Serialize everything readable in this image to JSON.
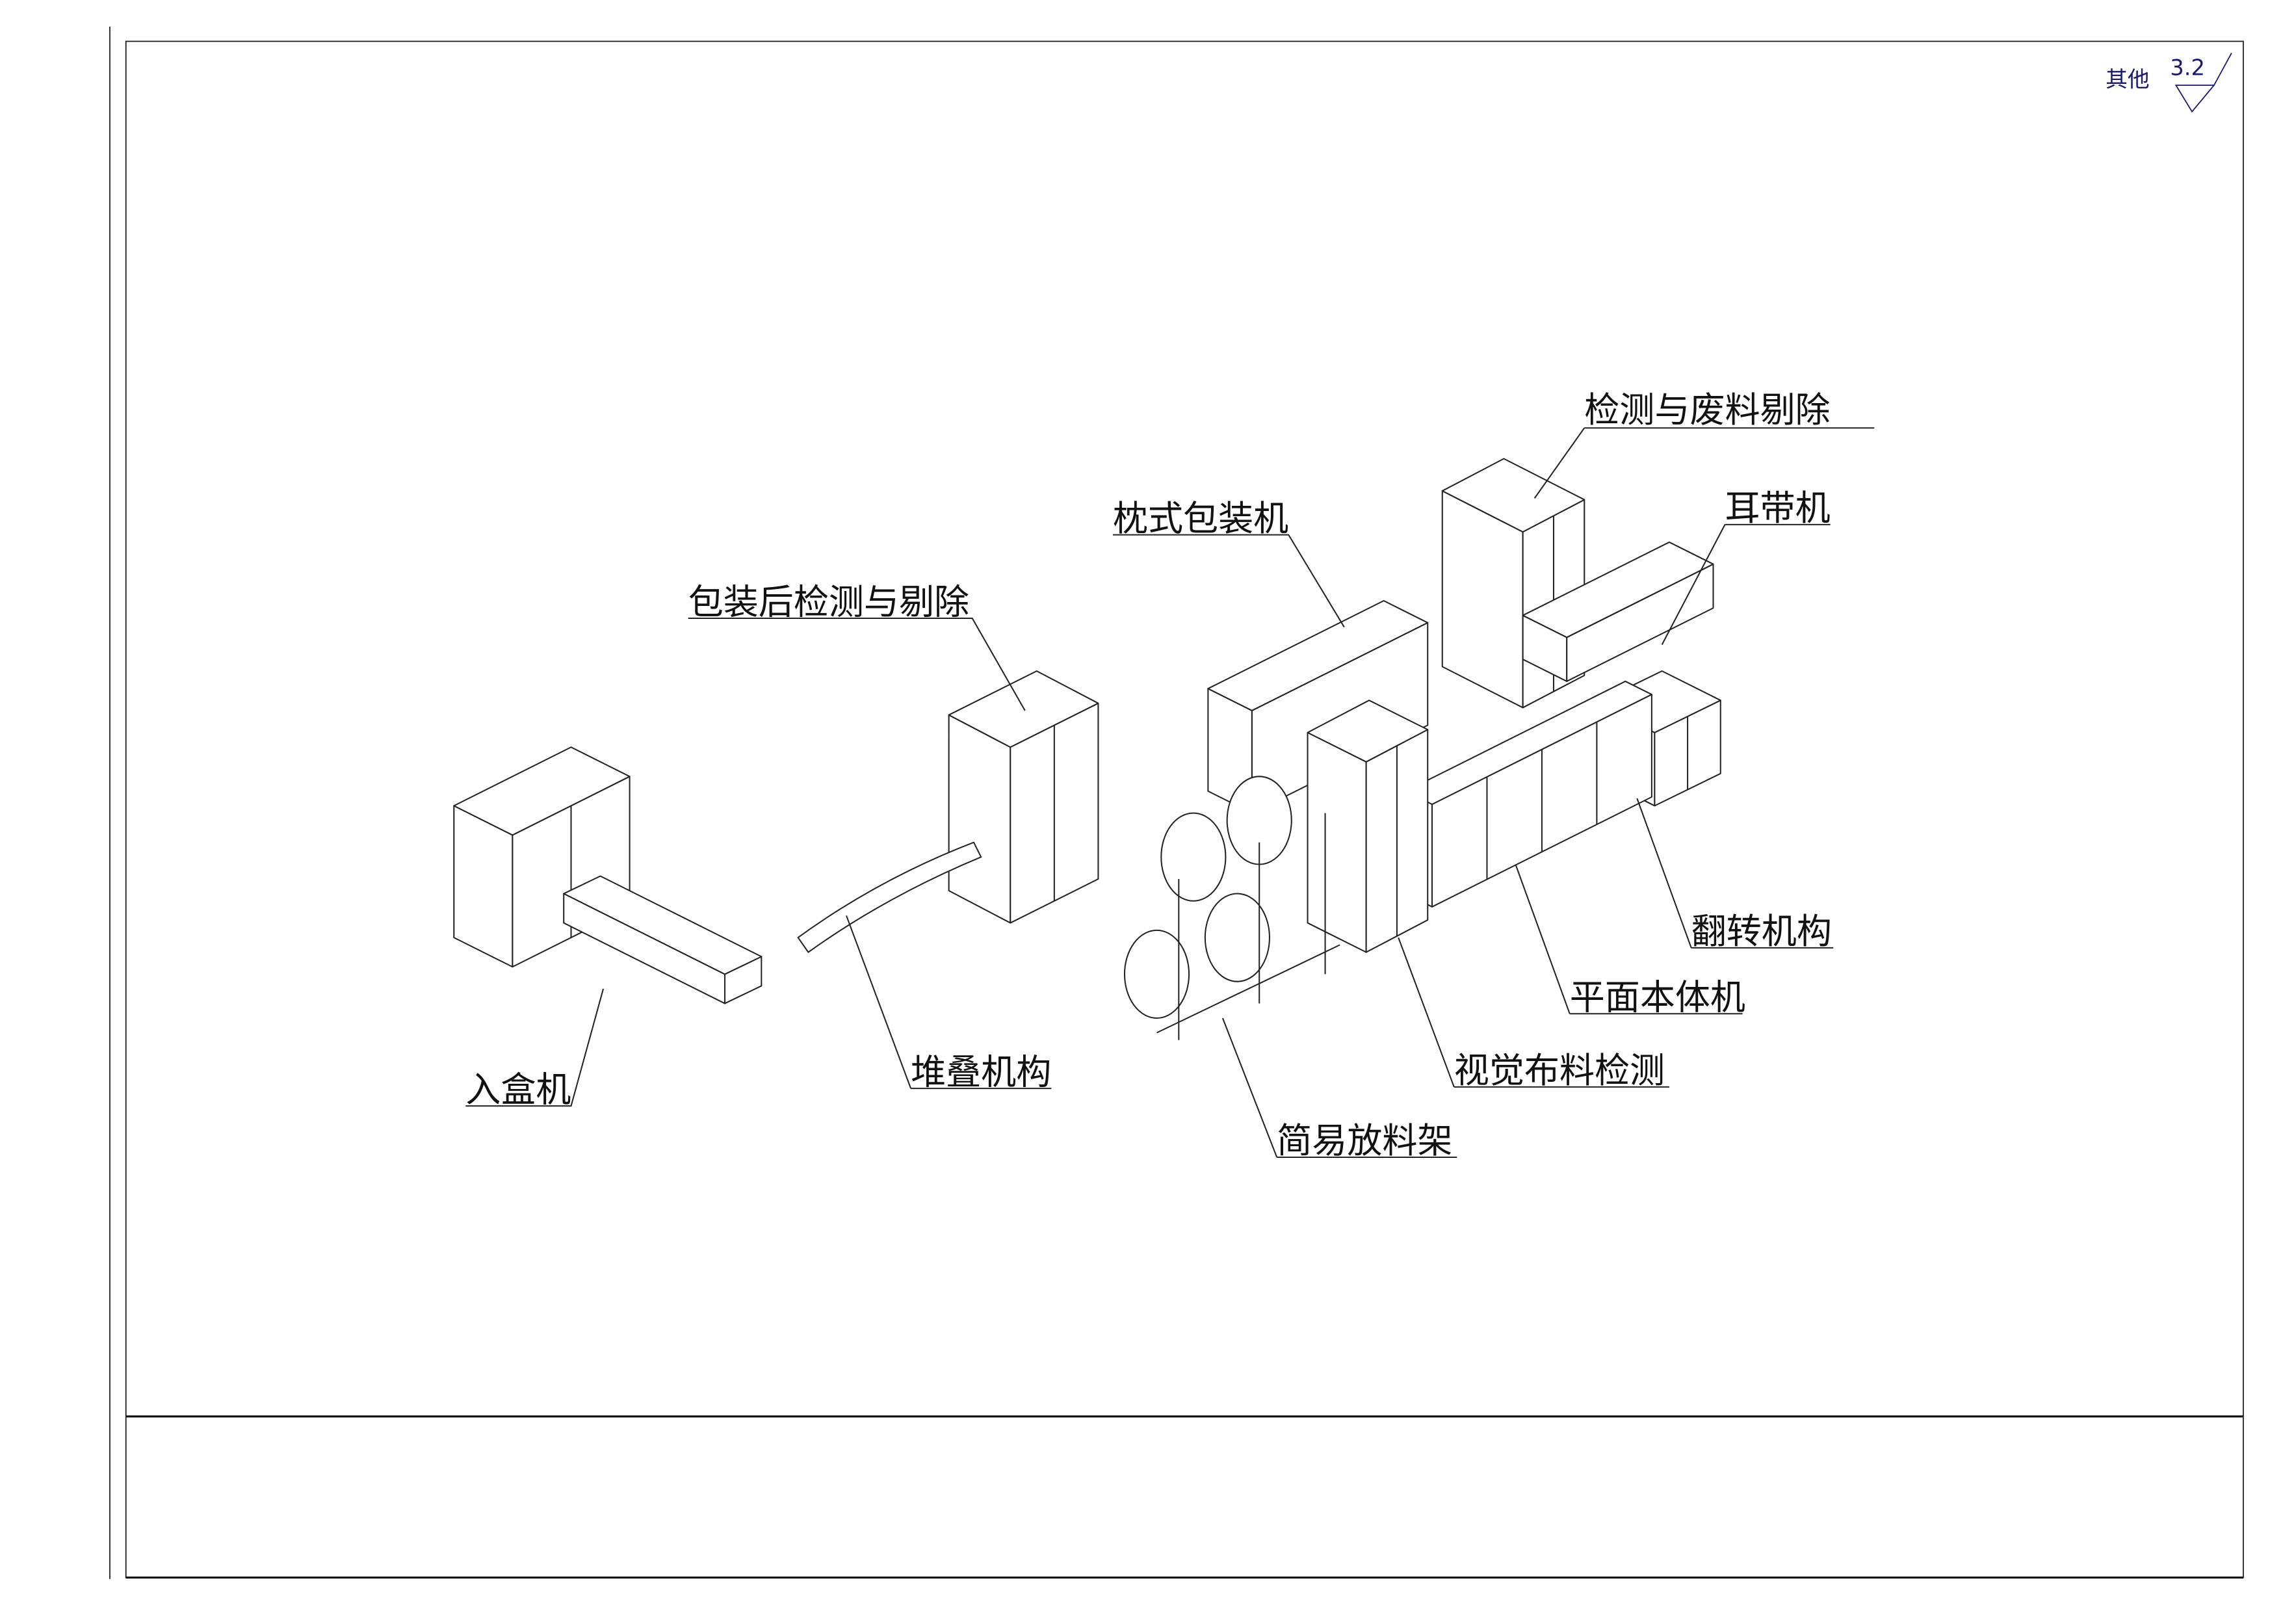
{
  "surface_symbol": {
    "note": "其他",
    "roughness": "3.2"
  },
  "labels": {
    "detect_reject": "检测与废料剔除",
    "ear_loop": "耳带机",
    "pillow_pack": "枕式包装机",
    "post_pack_detect": "包装后检测与剔除",
    "flip": "翻转机构",
    "body_machine": "平面本体机",
    "vision_detect": "视觉布料检测",
    "stacker": "堆叠机构",
    "cartoner": "入盒机",
    "unwind_rack": "简易放料架"
  }
}
